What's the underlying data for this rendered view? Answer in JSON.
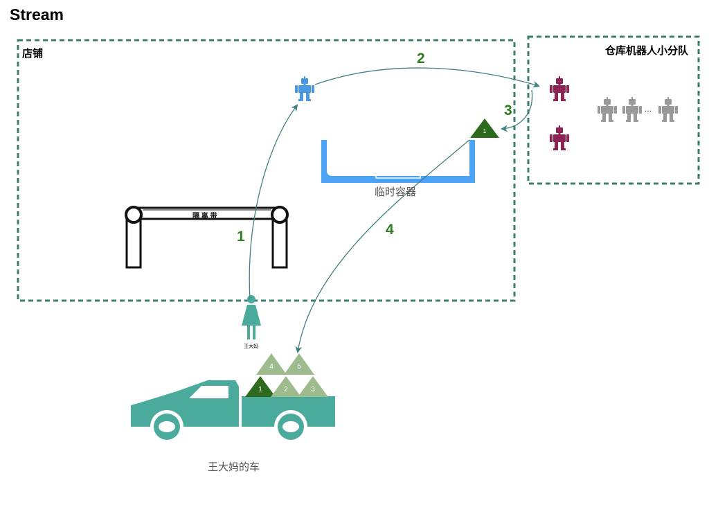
{
  "title": "Stream",
  "store": {
    "label": "店铺"
  },
  "warehouse": {
    "label": "仓库机器人小分队",
    "ellipsis": "..."
  },
  "container": {
    "label": "临时容器"
  },
  "barrier": {
    "label": "隔 离 带"
  },
  "woman": {
    "label": "王大妈"
  },
  "truck": {
    "label": "王大妈的车"
  },
  "steps": [
    "1",
    "2",
    "3",
    "4"
  ],
  "packages": {
    "in_transit": "1",
    "cargo": [
      "1",
      "2",
      "3",
      "4",
      "5"
    ]
  },
  "colors": {
    "teal_border": "#3c7d70",
    "arrow": "#3f7f7e",
    "step_text": "#2e7d1f",
    "blue_robot": "#4a99e0",
    "purple_robot": "#8b2452",
    "gray_robot": "#999999",
    "container": "#4da3f5",
    "woman": "#4aab9c",
    "truck": "#4aab9c",
    "package_dark": "#2d6a1e",
    "package_light": "#9dbb8c"
  },
  "icons": [
    "robot-icon",
    "woman-icon",
    "truck-icon",
    "barrier-icon",
    "container-icon",
    "package-icon"
  ]
}
